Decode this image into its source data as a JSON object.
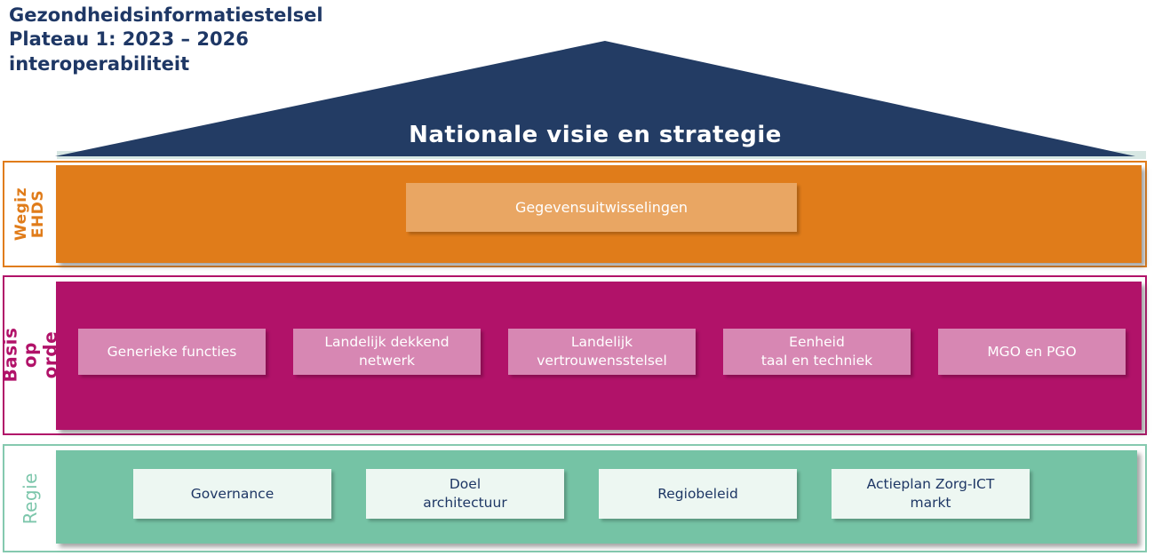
{
  "title": {
    "lines": [
      "Gezondheidsinformatiestelsel",
      "Plateau 1: 2023 – 2026",
      "interoperabiliteit"
    ]
  },
  "roof": {
    "label": "Nationale visie en strategie"
  },
  "bands": {
    "wegiz": {
      "side_label": "Wegiz\nEHDS",
      "boxes": [
        "Gegevensuitwisselingen"
      ]
    },
    "basis": {
      "side_label": "Basis op orde",
      "boxes": [
        "Generieke functies",
        "Landelijk dekkend\nnetwerk",
        "Landelijk\nvertrouwensstelsel",
        "Eenheid\ntaal en techniek",
        "MGO en PGO"
      ]
    },
    "regie": {
      "side_label": "Regie",
      "boxes": [
        "Governance",
        "Doel\narchitectuur",
        "Regiobeleid",
        "Actieplan Zorg-ICT\nmarkt"
      ]
    }
  },
  "colors": {
    "navy": "#233C64",
    "title_text": "#1E3765",
    "orange": "#E07C1A",
    "orange_light": "#E9A663",
    "magenta": "#B11269",
    "pink_light": "#D787B3",
    "green_fill": "#75C3A5",
    "green_border": "#85C9AF",
    "mint_light": "#EDF7F2",
    "base_strip": "#D7E7E3",
    "box_text_light": "#FFFFFF"
  }
}
